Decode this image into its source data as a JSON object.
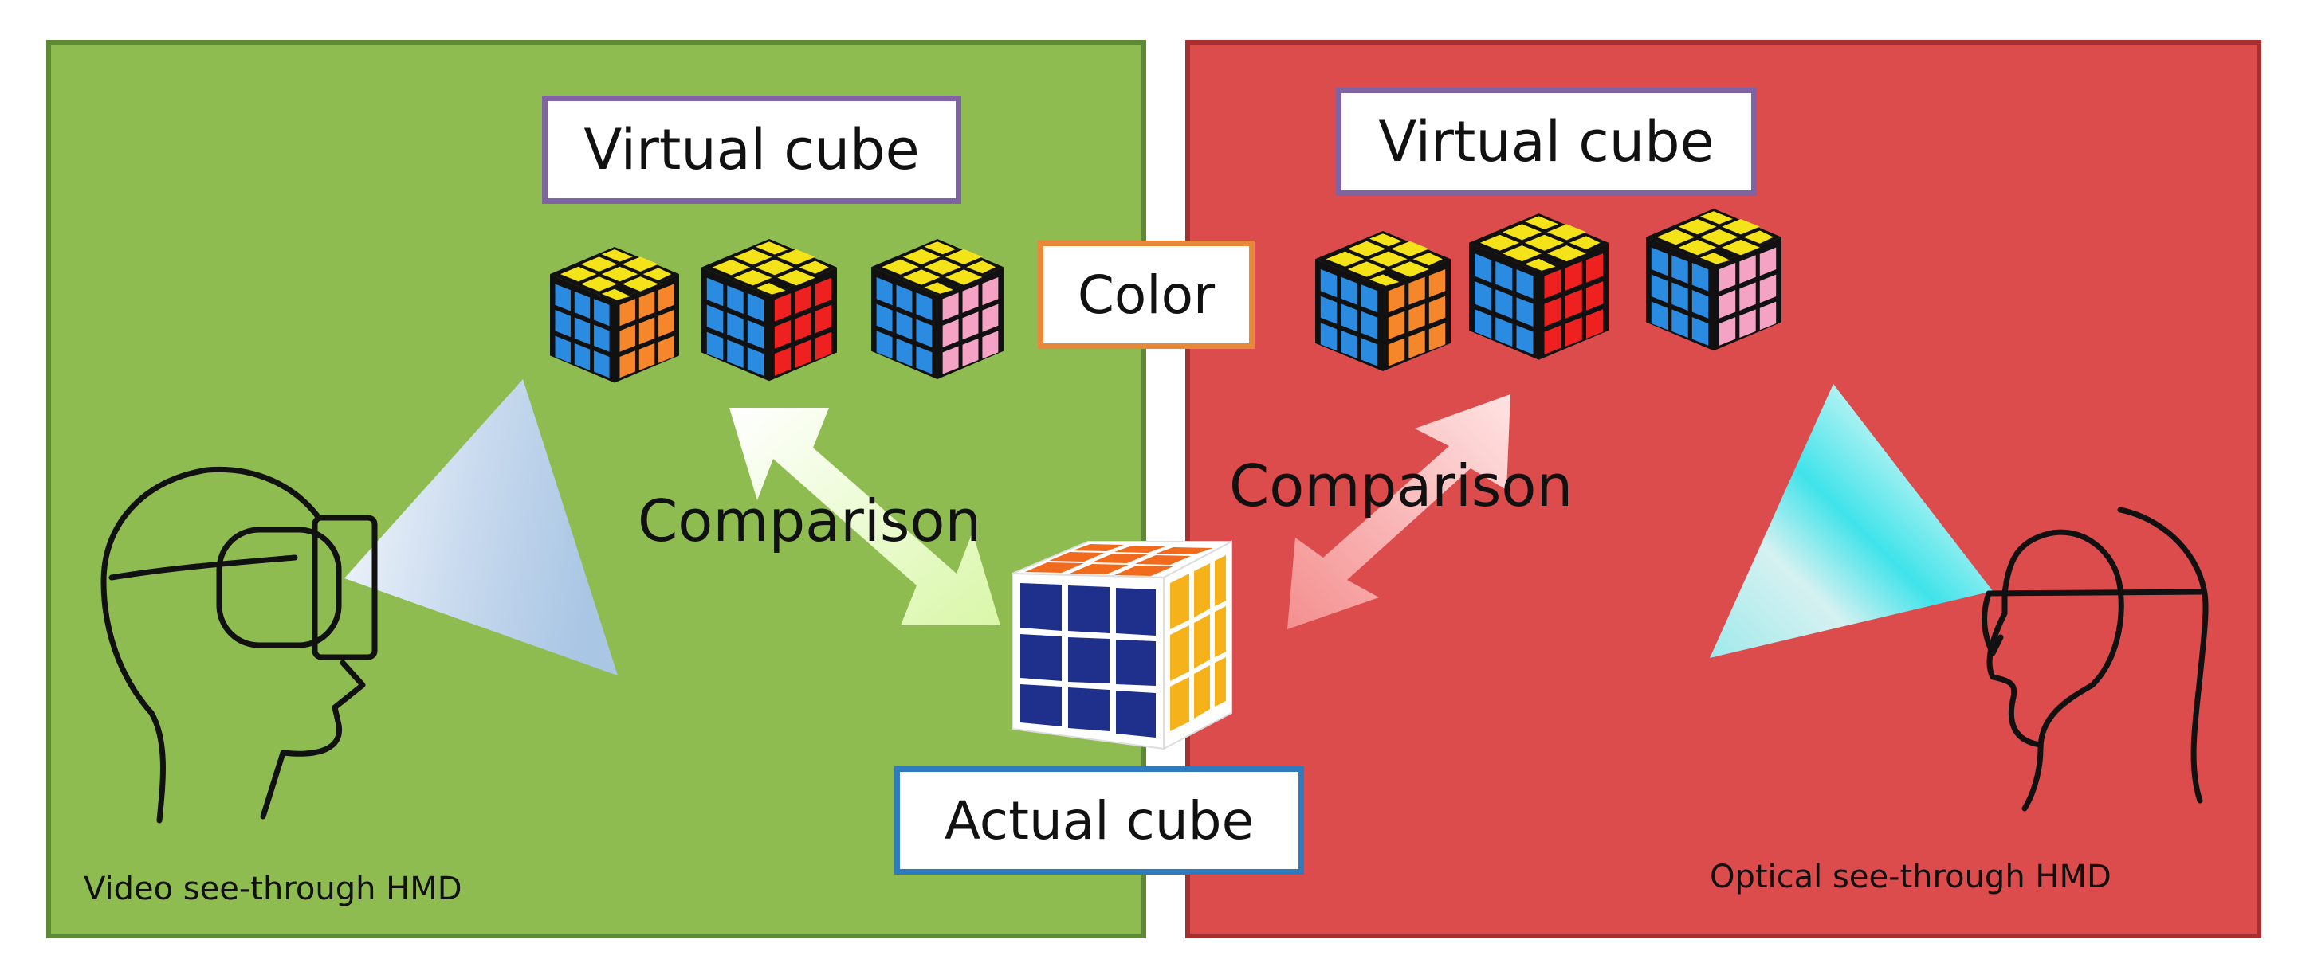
{
  "colors": {
    "left_panel_fill": "#8fbc51",
    "left_panel_border": "#5d8a34",
    "right_panel_fill": "#dc4c4c",
    "right_panel_border": "#a72f2f",
    "virtual_cube_label_border": "#8063a3",
    "color_label_border": "#e8893a",
    "actual_cube_label_border": "#2f7bbf"
  },
  "left_panel": {
    "virtual_cube_label": "Virtual cube",
    "comparison_label": "Comparison",
    "caption": "Video see-through HMD"
  },
  "right_panel": {
    "virtual_cube_label": "Virtual cube",
    "comparison_label": "Comparison",
    "caption": "Optical see-through HMD"
  },
  "center": {
    "color_label": "Color",
    "actual_cube_label": "Actual cube"
  },
  "virtual_cube_side_colors": [
    "orange",
    "red",
    "pink"
  ],
  "icons": [
    "video-see-through-hmd-head-icon",
    "optical-see-through-hmd-head-icon",
    "virtual-cube-icon",
    "actual-cube-icon",
    "view-frustum-icon",
    "double-arrow-icon"
  ]
}
